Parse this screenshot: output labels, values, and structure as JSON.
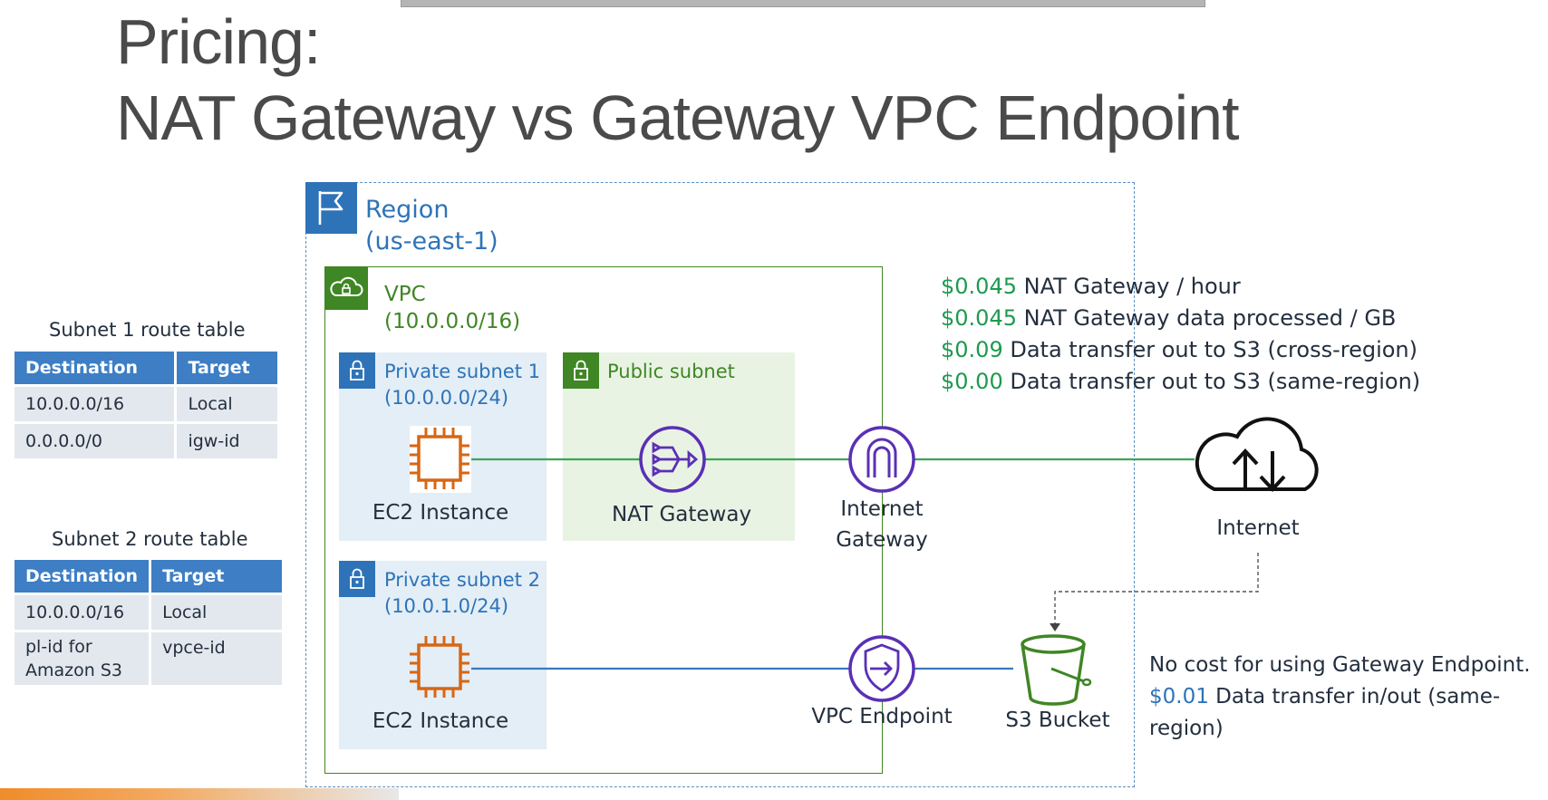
{
  "title": {
    "line1": "Pricing:",
    "line2": "NAT Gateway vs Gateway VPC Endpoint"
  },
  "route_tables": [
    {
      "caption": "Subnet 1 route table",
      "headers": [
        "Destination",
        "Target"
      ],
      "rows": [
        [
          "10.0.0.0/16",
          "Local"
        ],
        [
          "0.0.0.0/0",
          "igw-id"
        ]
      ]
    },
    {
      "caption": "Subnet 2 route table",
      "headers": [
        "Destination",
        "Target"
      ],
      "rows": [
        [
          "10.0.0.0/16",
          "Local"
        ],
        [
          "pl-id for Amazon S3",
          "vpce-id"
        ]
      ]
    }
  ],
  "region": {
    "name": "Region",
    "code": "(us-east-1)"
  },
  "vpc": {
    "name": "VPC",
    "cidr": "(10.0.0.0/16)"
  },
  "subnets": {
    "private1": {
      "name": "Private subnet 1",
      "cidr": "(10.0.0.0/24)"
    },
    "public": {
      "name": "Public subnet"
    },
    "private2": {
      "name": "Private subnet 2",
      "cidr": "(10.0.1.0/24)"
    }
  },
  "nodes": {
    "ec2_1": "EC2 Instance",
    "nat_gateway": "NAT Gateway",
    "internet_gateway_line1": "Internet",
    "internet_gateway_line2": "Gateway",
    "internet": "Internet",
    "ec2_2": "EC2 Instance",
    "vpc_endpoint": "VPC Endpoint",
    "s3_bucket": "S3 Bucket"
  },
  "nat_pricing": [
    {
      "price": "$0.045",
      "text": "NAT Gateway / hour"
    },
    {
      "price": "$0.045",
      "text": "NAT Gateway data processed / GB"
    },
    {
      "price": "$0.09",
      "text": "Data transfer out to S3 (cross-region)"
    },
    {
      "price": "$0.00",
      "text": "Data transfer out to S3 (same-region)"
    }
  ],
  "endpoint_pricing": {
    "line1": "No cost for using Gateway Endpoint.",
    "price": "$0.01",
    "line2_text": "Data transfer in/out (same-",
    "line3": "region)"
  },
  "colors": {
    "aws_blue": "#2e73b8",
    "aws_green": "#3f8624",
    "price_green": "#1d9a4e",
    "ec2_orange": "#d86613",
    "gateway_purple": "#5a30b5"
  }
}
